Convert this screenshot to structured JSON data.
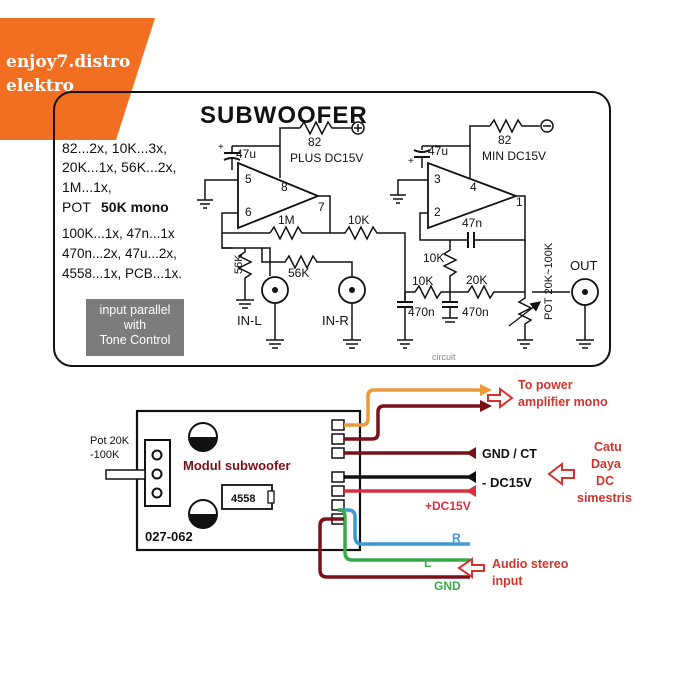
{
  "brand": {
    "line1": "enjoy7.distro",
    "line2": "elektro"
  },
  "schematic": {
    "title": "SUBWOOFER",
    "parts_list": [
      "82...2x, 10K...3x,",
      "20K...1x, 56K...2x,",
      "1M...1x,",
      "POT",
      "50K mono",
      "100K...1x, 47n...1x",
      "470n...2x, 47u...2x,",
      "4558...1x, PCB...1x."
    ],
    "note": [
      "input parallel",
      "with",
      "Tone Control"
    ],
    "plus_supply": "PLUS DC15V",
    "min_supply": "MIN DC15V",
    "r82_left": "82",
    "r82_right": "82",
    "cap47u_left": "47u",
    "cap47u_right": "47u",
    "pins_left": [
      "5",
      "8",
      "6",
      "7"
    ],
    "pins_right": [
      "3",
      "4",
      "2",
      "1"
    ],
    "r1m": "1M",
    "r10k_a": "10K",
    "r56k_a": "56K",
    "r56k_b": "56K",
    "in_l": "IN-L",
    "in_r": "IN-R",
    "c47n": "47n",
    "r10k_b": "10K",
    "r10k_c": "10K",
    "r20k": "20K",
    "c470n_a": "470n",
    "c470n_b": "470n",
    "pot_label": "POT 20K~100K",
    "out": "OUT",
    "watermark": "circuit"
  },
  "wiring": {
    "pot_label": [
      "Pot 20K",
      "-100K"
    ],
    "module_name": "Modul subwoofer",
    "ic_label": "4558",
    "board_code": "027-062",
    "to_power": [
      "To power",
      "amplifier mono"
    ],
    "gnd_ct": "GND / CT",
    "minus_dc": "- DC15V",
    "plus_dc": "+DC15V",
    "catu_daya": [
      "Catu",
      "Daya",
      "DC",
      "simestris"
    ],
    "r_label": "R",
    "l_label": "L",
    "gnd_label": "GND",
    "audio_input": [
      "Audio stereo",
      "input"
    ],
    "colors": {
      "orange": "#e89a3c",
      "maroon": "#7a1118",
      "black": "#111111",
      "red": "#d93040",
      "blue": "#3b9ad4",
      "green": "#3aa84a",
      "arrow": "#d0342c",
      "brand_bg": "#f26f21"
    }
  }
}
